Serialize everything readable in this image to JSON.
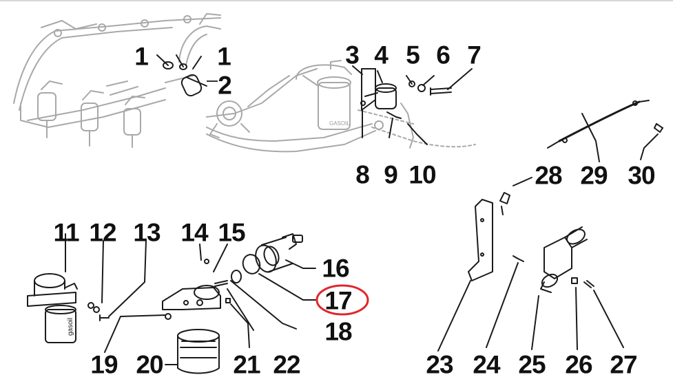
{
  "colors": {
    "ink": "#111111",
    "drawing": "#1a1a1a",
    "faded": "#9a9a9a",
    "highlight": "#e0262b"
  },
  "highlighted_label": "17",
  "labels": {
    "n1": "1",
    "n1b": "1",
    "n2": "2",
    "n3": "3",
    "n4": "4",
    "n5": "5",
    "n6": "6",
    "n7": "7",
    "n8": "8",
    "n9": "9",
    "n10": "10",
    "n11": "11",
    "n12": "12",
    "n13": "13",
    "n14": "14",
    "n15": "15",
    "n16": "16",
    "n17": "17",
    "n18": "18",
    "n19": "19",
    "n20": "20",
    "n21": "21",
    "n22": "22",
    "n23": "23",
    "n24": "24",
    "n25": "25",
    "n26": "26",
    "n27": "27",
    "n28": "28",
    "n29": "29",
    "n30": "30"
  },
  "stamps": {
    "gasoil_top": "GASOIL",
    "gasoil_filter": "gasoil"
  }
}
